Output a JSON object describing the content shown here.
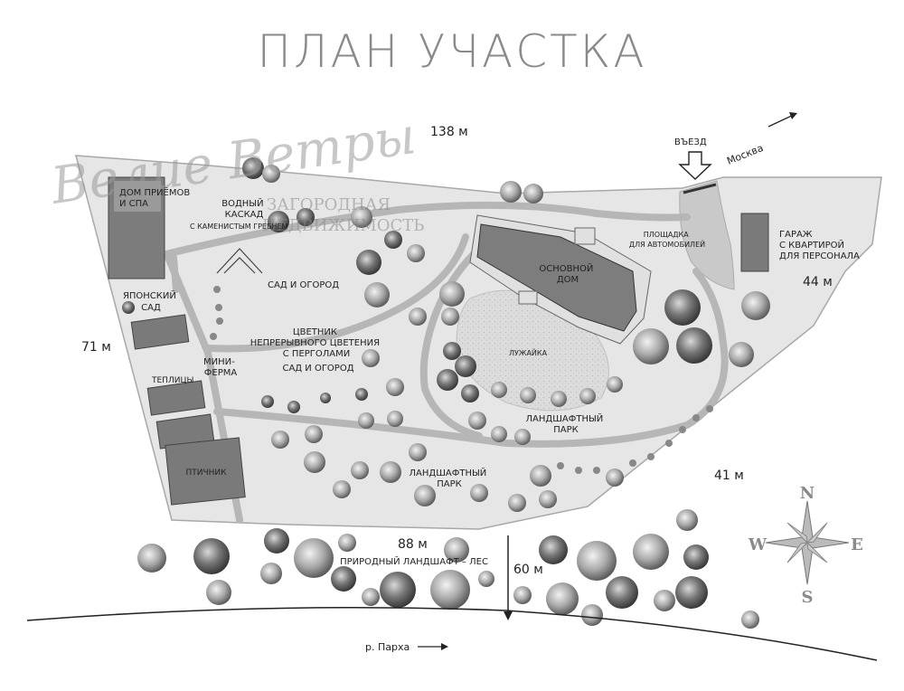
{
  "title": "ПЛАН УЧАСТКА",
  "watermark": {
    "script": "Велие Ветры",
    "line1": "ЗАГОРОДНАЯ",
    "line2": "НЕДВИЖИМОСТЬ"
  },
  "dimensions": {
    "top": "138 м",
    "left": "71 м",
    "right": "44 м",
    "lower_right": "41 м",
    "bottom": "88 м",
    "south": "60 м"
  },
  "entrance": "ВЪЕЗД",
  "direction": "Москва",
  "river": "р. Парха",
  "zones": {
    "guest_house": [
      "ДОМ ПРИЁМОВ",
      "И СПА"
    ],
    "water_cascade": [
      "ВОДНЫЙ",
      "КАСКАД"
    ],
    "stone_comb": "С КАМЕНИСТЫМ ГРЕБНЕМ",
    "garden_top": "САД И ОГОРОД",
    "japanese_garden": [
      "ЯПОНСКИЙ",
      "САД"
    ],
    "greenhouses": "ТЕПЛИЦЫ",
    "mini_farm": [
      "МИНИ-",
      "ФЕРМА"
    ],
    "flower_garden": [
      "ЦВЕТНИК",
      "НЕПРЕРЫВНОГО ЦВЕТЕНИЯ",
      "С ПЕРГОЛАМИ"
    ],
    "garden_mid": "САД И ОГОРОД",
    "poultry": "ПТИЧНИК",
    "main_house": [
      "ОСНОВНОЙ",
      "ДОМ"
    ],
    "lawn": "ЛУЖАЙКА",
    "landscape_park_1": [
      "ЛАНДШАФТНЫЙ",
      "ПАРК"
    ],
    "landscape_park_2": [
      "ЛАНДШАФТНЫЙ",
      "ПАРК"
    ],
    "parking": [
      "ПЛОЩАДКА",
      "ДЛЯ АВТОМОБИЛЕЙ"
    ],
    "garage": [
      "ГАРАЖ",
      "С КВАРТИРОЙ",
      "ДЛЯ ПЕРСОНАЛА"
    ],
    "forest": "ПРИРОДНЫЙ ЛАНДШАФТ – ЛЕС"
  },
  "compass": {
    "n": "N",
    "s": "S",
    "w": "W",
    "e": "E"
  },
  "colors": {
    "site": "#e6e6e6",
    "building": "#7a7a7a",
    "path": "#b3b3b3",
    "lawn": "#d4d4d4",
    "tree": "#9a9a9a"
  }
}
